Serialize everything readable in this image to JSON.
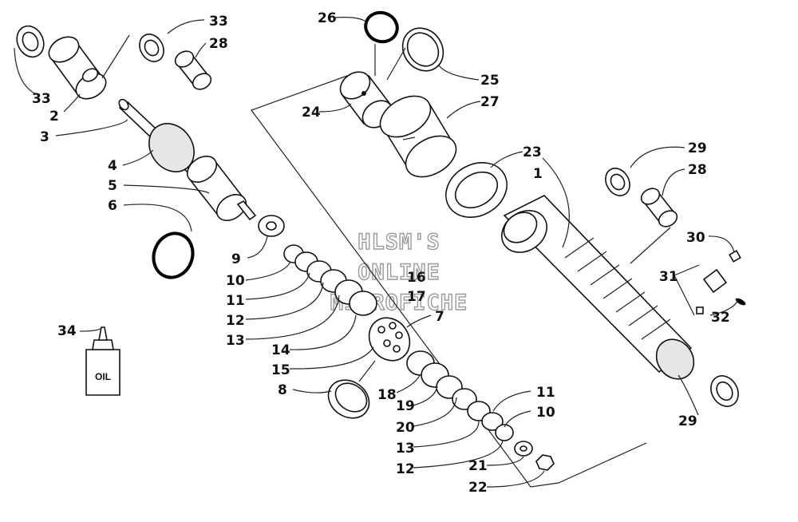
{
  "watermark": {
    "line1": "HLSM'S",
    "line2": "ONLINE",
    "line3": "MICROFICHE"
  },
  "oil_label": "OIL",
  "callouts": {
    "c1": "1",
    "c2": "2",
    "c3": "3",
    "c4": "4",
    "c5": "5",
    "c6": "6",
    "c7": "7",
    "c8": "8",
    "c9": "9",
    "c10a": "10",
    "c10b": "10",
    "c11a": "11",
    "c11b": "11",
    "c12a": "12",
    "c12b": "12",
    "c13a": "13",
    "c13b": "13",
    "c14": "14",
    "c15": "15",
    "c16": "16",
    "c17": "17",
    "c18": "18",
    "c19": "19",
    "c20": "20",
    "c21": "21",
    "c22": "22",
    "c23": "23",
    "c24": "24",
    "c25": "25",
    "c26": "26",
    "c27": "27",
    "c28a": "28",
    "c28b": "28",
    "c29a": "29",
    "c29b": "29",
    "c30": "30",
    "c31": "31",
    "c32": "32",
    "c33a": "33",
    "c33b": "33",
    "c34": "34"
  }
}
